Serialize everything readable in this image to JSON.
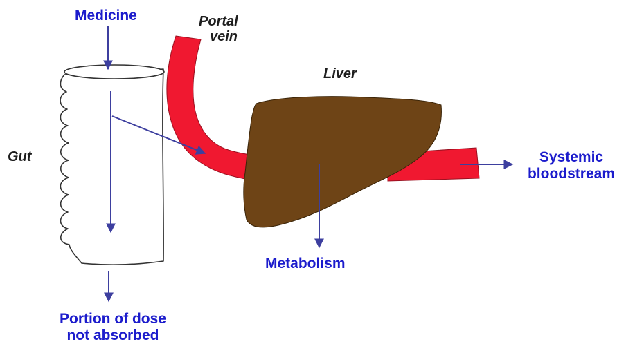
{
  "labels": {
    "medicine": "Medicine",
    "portal_vein_line1": "Portal",
    "portal_vein_line2": "vein",
    "liver": "Liver",
    "gut": "Gut",
    "systemic_line1": "Systemic",
    "systemic_line2": "bloodstream",
    "metabolism": "Metabolism",
    "not_absorbed_line1": "Portion of dose",
    "not_absorbed_line2": "not absorbed"
  },
  "colors": {
    "flow_arrow": "#3d3f9f",
    "label_blue": "#1c1ccc",
    "label_black": "#1e1e1e",
    "vein": "#f01830",
    "liver": "#6e4416",
    "outline": "#333333"
  }
}
